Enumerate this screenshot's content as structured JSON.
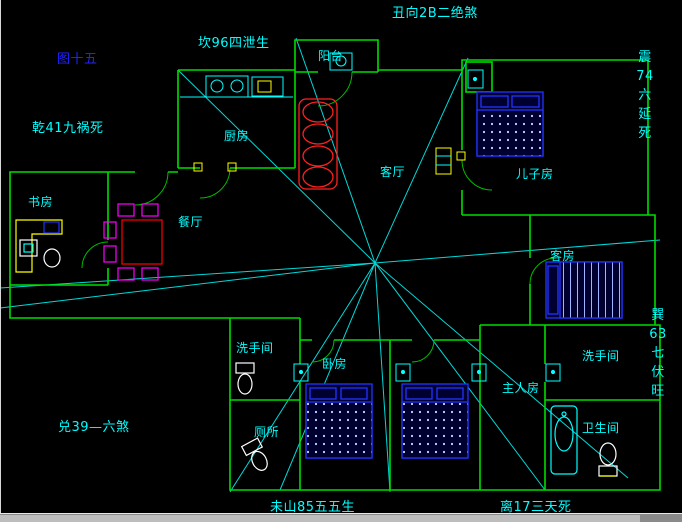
{
  "figure": {
    "caption": "图十五"
  },
  "compass_annotations": {
    "top": "丑向2B二绝煞",
    "kan": "坎96四泄生",
    "qian": "乾41九祸死",
    "zhen_vertical": "震\n74\n六\n延\n死",
    "xun_vertical": "巽\n63\n七\n伏\n旺",
    "dui": "兑39—六煞",
    "wei_shan": "未山85五五生",
    "li": "离17三天死"
  },
  "rooms": {
    "balcony": "阳台",
    "kitchen": "厨房",
    "dining": "餐厅",
    "study": "书房",
    "living": "客厅",
    "son_room": "儿子房",
    "guest_room": "客房",
    "washroom_left": "洗手间",
    "toilet": "厕所",
    "bedroom": "卧房",
    "master_room": "主人房",
    "washroom_right": "洗手间",
    "bathroom": "卫生间"
  },
  "colors": {
    "background": "#000000",
    "walls": "#00e000",
    "analysis_rays": "#00ffff",
    "room_text": "#00ffff",
    "figure_text": "#2222ff",
    "beds": "#2233ff",
    "sofa": "#ff2020",
    "dining_chairs": "#ff00ff",
    "fixtures": "#ffffff",
    "accents": "#ffff00"
  }
}
